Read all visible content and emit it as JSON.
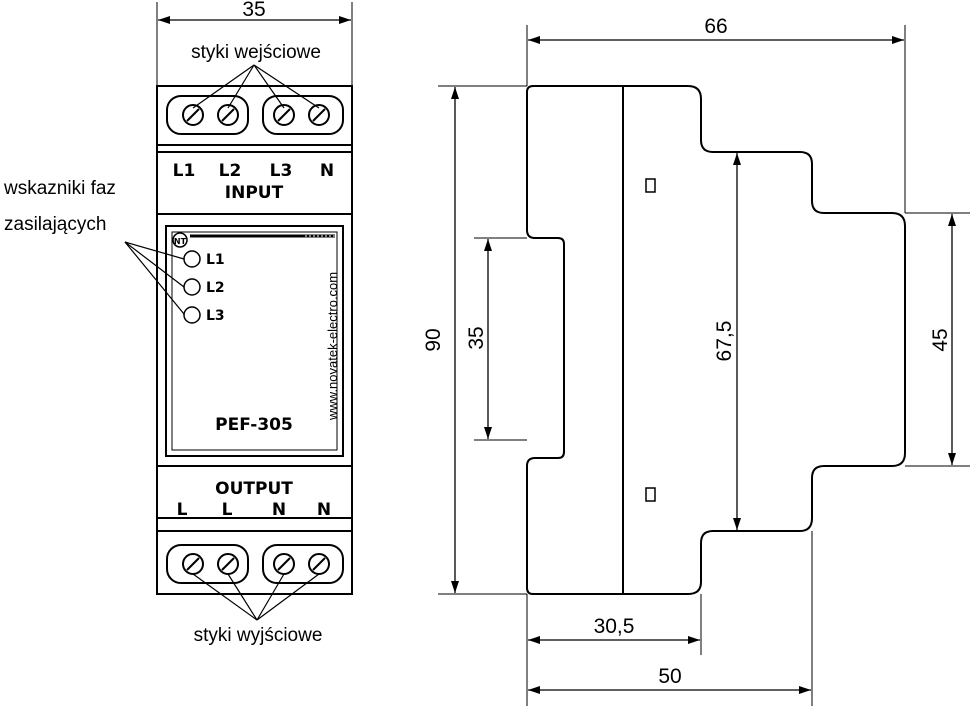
{
  "front_view": {
    "width_dim": "35",
    "input_contacts_label": "styki wejściowe",
    "output_contacts_label": "styki wyjściowe",
    "indicators_label_line1": "wskazniki faz",
    "indicators_label_line2": "zasilających",
    "input_terminals": [
      "L1",
      "L2",
      "L3",
      "N"
    ],
    "input_title": "INPUT",
    "output_title": "OUTPUT",
    "output_terminals": [
      "L",
      "L",
      "N",
      "N"
    ],
    "led_labels": [
      "L1",
      "L2",
      "L3"
    ],
    "logo_text": "NT",
    "website": "www.novatek-electro.com",
    "model": "PEF-305"
  },
  "side_view": {
    "depth_total": "66",
    "height_total": "90",
    "rail_height": "35",
    "front_height": "67,5",
    "top_height": "45",
    "depth_rail": "30,5",
    "depth_front": "50"
  }
}
